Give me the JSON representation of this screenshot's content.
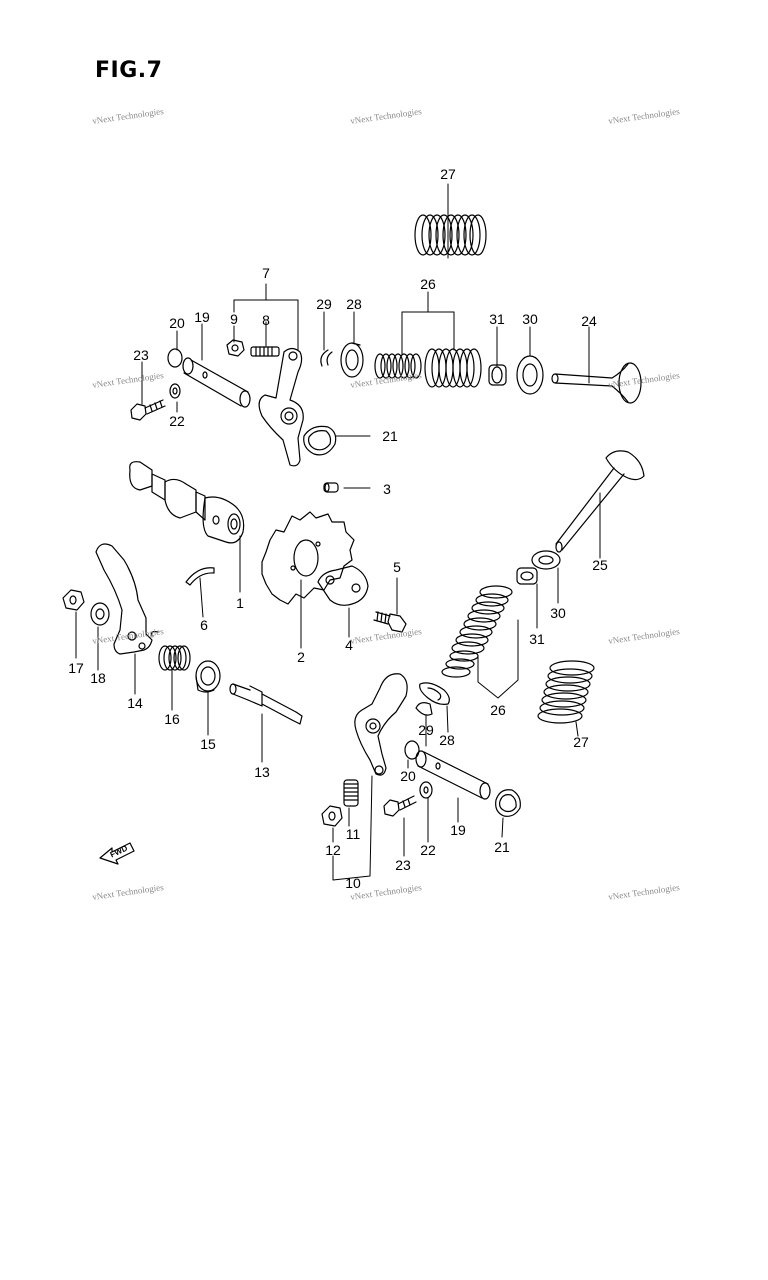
{
  "figure": {
    "title": "FIG.7",
    "watermark_text": "vNext Technologies",
    "fwd_label": "FWD"
  },
  "callouts": {
    "c1": "1",
    "c2": "2",
    "c3": "3",
    "c4": "4",
    "c5": "5",
    "c6": "6",
    "c7": "7",
    "c8": "8",
    "c9": "9",
    "c10": "10",
    "c11": "11",
    "c12": "12",
    "c13": "13",
    "c14": "14",
    "c15": "15",
    "c16": "16",
    "c17": "17",
    "c18": "18",
    "c19a": "19",
    "c19b": "19",
    "c20a": "20",
    "c20b": "20",
    "c21a": "21",
    "c21b": "21",
    "c22a": "22",
    "c22b": "22",
    "c23a": "23",
    "c23b": "23",
    "c24": "24",
    "c25": "25",
    "c26a": "26",
    "c26b": "26",
    "c27a": "27",
    "c27b": "27",
    "c28a": "28",
    "c28b": "28",
    "c29a": "29",
    "c29b": "29",
    "c30a": "30",
    "c30b": "30",
    "c31a": "31",
    "c31b": "31"
  },
  "colors": {
    "line": "#000000",
    "background": "#ffffff",
    "watermark": "#8a8a8a"
  }
}
